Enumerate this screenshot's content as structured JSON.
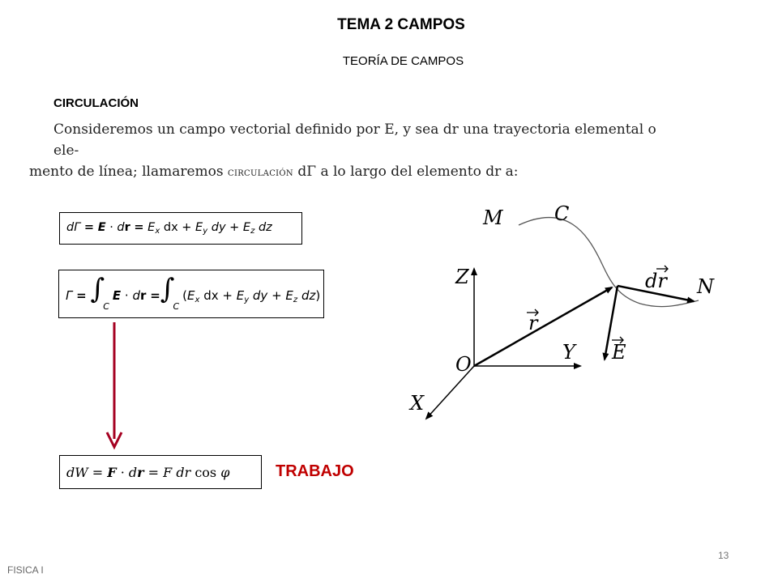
{
  "page": {
    "title": "TEMA 2 CAMPOS",
    "subtitle": "TEORÍA DE CAMPOS",
    "section": "CIRCULACIÓN",
    "paragraph": {
      "line1": "Consideremos un campo vectorial definido por E, y sea dr una trayectoria elemental o ele-",
      "line2_a": "mento de línea; llamaremos ",
      "line2_sc": "circulación",
      "line2_b": " dΓ a lo largo del elemento dr a:"
    },
    "label_trabajo": "TRABAJO",
    "page_number": "13",
    "footer": "FISICA I"
  },
  "formulas": {
    "f1": "dΓ = E · dr = Ex dx + Ey dy + Ez dz",
    "f2": "Γ = ∫C E · dr = ∫C (Ex dx + Ey dy + Ez dz)",
    "f3": "dW = F · dr = F dr cos φ"
  },
  "diagram": {
    "labels": {
      "M": "M",
      "C": "C",
      "Z": "Z",
      "O": "O",
      "Y": "Y",
      "X": "X",
      "r": "r",
      "dr": "dr",
      "N": "N",
      "E": "E"
    }
  },
  "colors": {
    "accent_red": "#c00000",
    "arrow_red": "#a50021"
  }
}
